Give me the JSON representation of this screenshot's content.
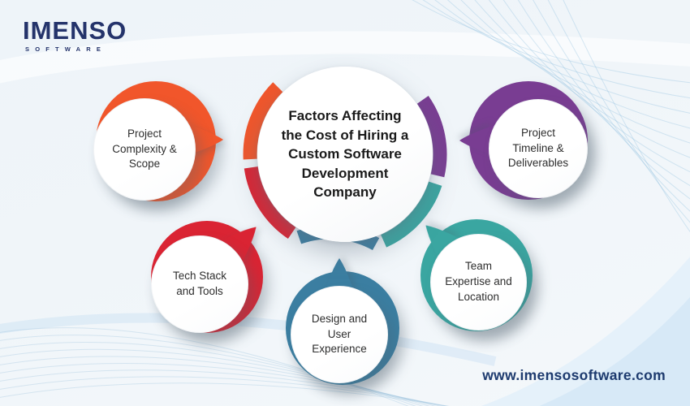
{
  "brand": {
    "name": "IMENSO",
    "subtitle": "SOFTWARE"
  },
  "center": {
    "title": "Factors Affecting the Cost of Hiring a Custom Software Development Company"
  },
  "factors": [
    {
      "label": "Project Complexity & Scope",
      "color": "#F1562B"
    },
    {
      "label": "Project Timeline & Deliverables",
      "color": "#793D92"
    },
    {
      "label": "Tech Stack and Tools",
      "color": "#DA2433"
    },
    {
      "label": "Design and User Experience",
      "color": "#3B7EA1"
    },
    {
      "label": "Team Expertise and Location",
      "color": "#3AA6A1"
    }
  ],
  "footer": {
    "website": "www.imensosoftware.com"
  },
  "theme": {
    "logo_color": "#24336B",
    "title_color": "#1A1A1A",
    "label_color": "#2E2E2E",
    "url_color": "#1D3A6E",
    "background": "#EFF4F9",
    "corner_fill": "#D7E9F7"
  }
}
